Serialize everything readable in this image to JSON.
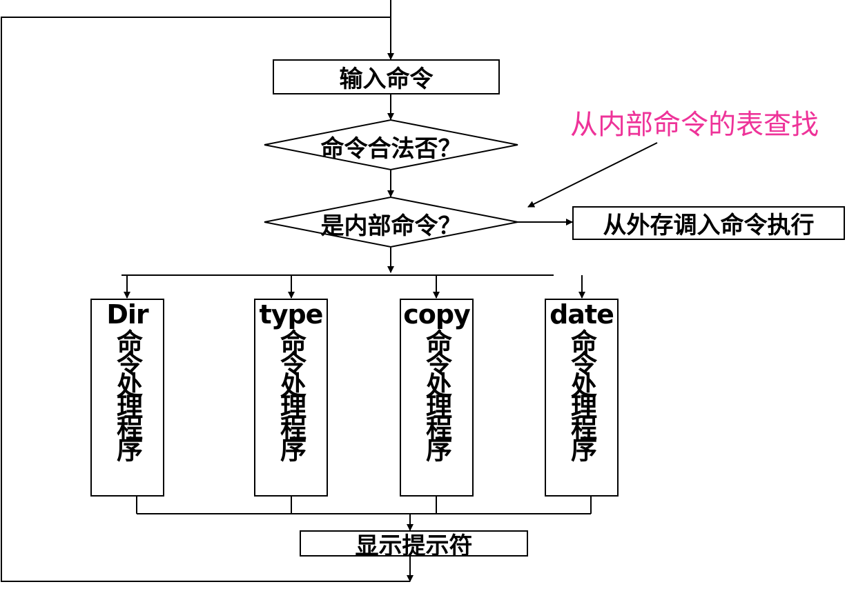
{
  "nodes": {
    "input": "输入命令",
    "legal": "命令合法否？",
    "internal": "是内部命令？",
    "external": "从外存调入命令执行",
    "prompt": "显示提示符"
  },
  "processors": [
    {
      "cmd": "Dir",
      "label": "命令处理程序"
    },
    {
      "cmd": "type",
      "label": "命令处理程序"
    },
    {
      "cmd": "copy",
      "label": "命令处理程序"
    },
    {
      "cmd": "date",
      "label": "命令处理程序"
    }
  ],
  "note": "从内部命令的表查找",
  "colors": {
    "note": "#ee3399",
    "line": "#000000"
  }
}
